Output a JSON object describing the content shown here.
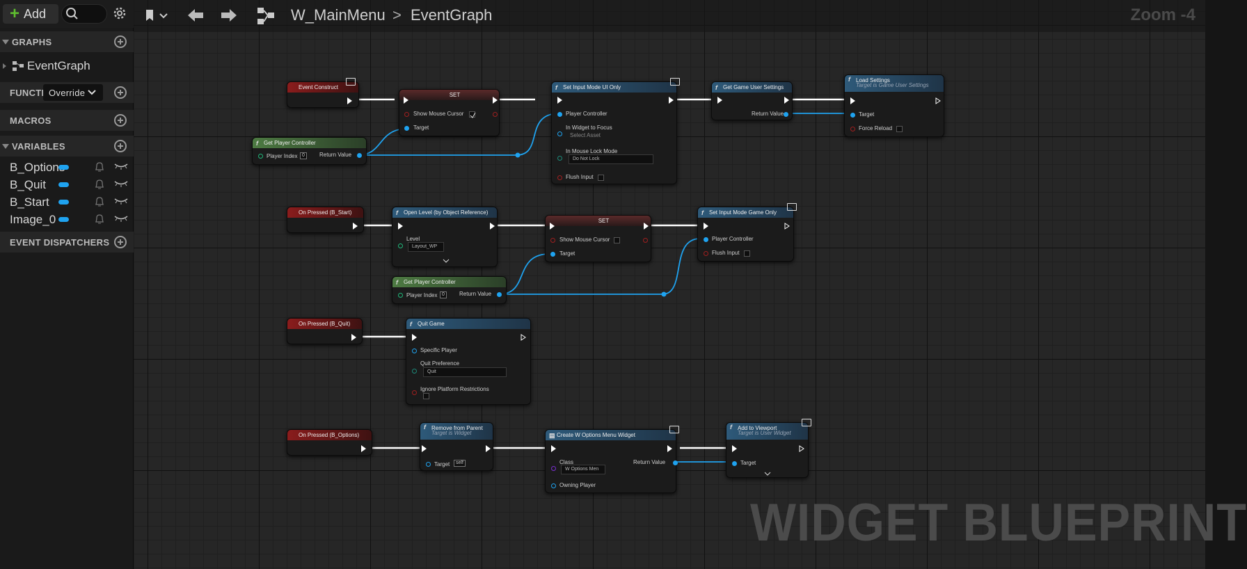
{
  "toolbar": {
    "add_label": "Add"
  },
  "sidebar": {
    "graphs_label": "GRAPHS",
    "graph_item": "EventGraph",
    "functions_label": "FUNCTI",
    "override_label": "Override",
    "macros_label": "MACROS",
    "variables_label": "VARIABLES",
    "variables": [
      {
        "name": "B_Options"
      },
      {
        "name": "B_Quit"
      },
      {
        "name": "B_Start"
      },
      {
        "name": "Image_0"
      }
    ],
    "dispatchers_label": "EVENT DISPATCHERS"
  },
  "breadcrumb": {
    "blueprint": "W_MainMenu",
    "separator": ">",
    "graph": "EventGraph"
  },
  "zoom_label": "Zoom -4",
  "watermark": "WIDGET BLUEPRINT",
  "nodes": {
    "event_construct": {
      "title": "Event Construct"
    },
    "set1": {
      "title": "SET",
      "pin_show": "Show Mouse Cursor",
      "pin_target": "Target"
    },
    "set_ui_only": {
      "title": "Set Input Mode UI Only",
      "pin_pc": "Player Controller",
      "pin_focus": "In Widget to Focus",
      "focus_value": "Select Asset",
      "pin_lock": "In Mouse Lock Mode",
      "lock_value": "Do Not Lock",
      "pin_flush": "Flush Input"
    },
    "get_user_settings": {
      "title": "Get Game User Settings",
      "pin_return": "Return Value"
    },
    "load_settings": {
      "title": "Load Settings",
      "subtitle": "Target is Game User Settings",
      "pin_target": "Target",
      "pin_force": "Force Reload"
    },
    "gpc1": {
      "title": "Get Player Controller",
      "pin_index": "Player Index",
      "index_value": "0",
      "pin_return": "Return Value"
    },
    "pressed_start": {
      "title": "On Pressed (B_Start)"
    },
    "open_level": {
      "title": "Open Level (by Object Reference)",
      "pin_level": "Level",
      "level_value": "Layout_WP"
    },
    "set2": {
      "title": "SET",
      "pin_show": "Show Mouse Cursor",
      "pin_target": "Target"
    },
    "set_game_only": {
      "title": "Set Input Mode Game Only",
      "pin_pc": "Player Controller",
      "pin_flush": "Flush Input"
    },
    "gpc2": {
      "title": "Get Player Controller",
      "pin_index": "Player Index",
      "index_value": "0",
      "pin_return": "Return Value"
    },
    "pressed_quit": {
      "title": "On Pressed (B_Quit)"
    },
    "quit_game": {
      "title": "Quit Game",
      "pin_player": "Specific Player",
      "pin_pref": "Quit Preference",
      "pref_value": "Quit",
      "pin_ignore": "Ignore Platform Restrictions"
    },
    "pressed_options": {
      "title": "On Pressed (B_Options)"
    },
    "remove_parent": {
      "title": "Remove from Parent",
      "subtitle": "Target is Widget",
      "pin_target": "Target",
      "target_value": "self"
    },
    "create_widget": {
      "title": "Create W Options Menu Widget",
      "pin_class": "Class",
      "class_value": "W Options Men",
      "pin_return": "Return Value",
      "pin_owner": "Owning Player"
    },
    "add_viewport": {
      "title": "Add to Viewport",
      "subtitle": "Target is User Widget",
      "pin_target": "Target"
    }
  }
}
